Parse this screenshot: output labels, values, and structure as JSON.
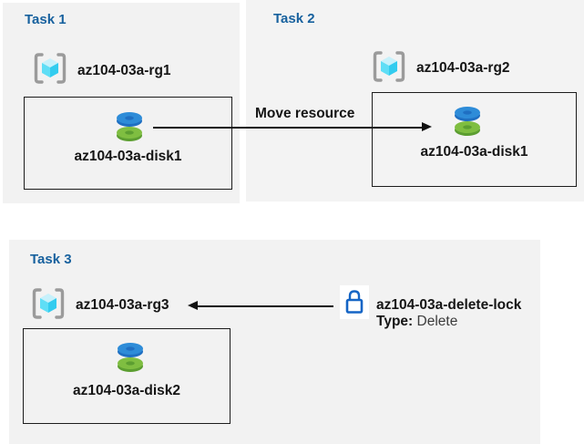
{
  "diagram": {
    "kind": "azure-lab-task-diagram",
    "background": "#ffffff",
    "panel_fill": "#f2f2f2"
  },
  "colors": {
    "task_title_blue": "#17619e",
    "disk_blue": "#2e8cd8",
    "disk_blue_dark": "#1f6fc2",
    "disk_green": "#7fbe41",
    "disk_green_dark": "#5c9e31",
    "lock_blue": "#1565c5",
    "rg_bracket_gray": "#9b9b9b",
    "rg_cube_top": "#c7f1fb",
    "rg_cube_left": "#5fdef6",
    "rg_cube_right": "#32ccef",
    "arrow_black": "#111111"
  },
  "icons": {
    "resource_group": "resource-group-brackets-cube-icon",
    "disk": "stacked-disks-icon",
    "lock": "padlock-icon"
  },
  "panels": [
    {
      "title": "Task 1",
      "resource_group": "az104-03a-rg1",
      "resource": "az104-03a-disk1"
    },
    {
      "title": "Task 2",
      "resource_group": "az104-03a-rg2",
      "resource": "az104-03a-disk1"
    },
    {
      "title": "Task 3",
      "resource_group": "az104-03a-rg3",
      "resource": "az104-03a-disk2"
    }
  ],
  "arrows": [
    {
      "label": "Move resource",
      "from": "az104-03a-disk1 in az104-03a-rg1",
      "to": "az104-03a-rg2 resource box",
      "direction": "right"
    },
    {
      "label": "",
      "from": "az104-03a-delete-lock",
      "to": "az104-03a-rg3",
      "direction": "left"
    }
  ],
  "lock": {
    "name": "az104-03a-delete-lock",
    "type_label": "Type:",
    "type_value": " Delete"
  }
}
